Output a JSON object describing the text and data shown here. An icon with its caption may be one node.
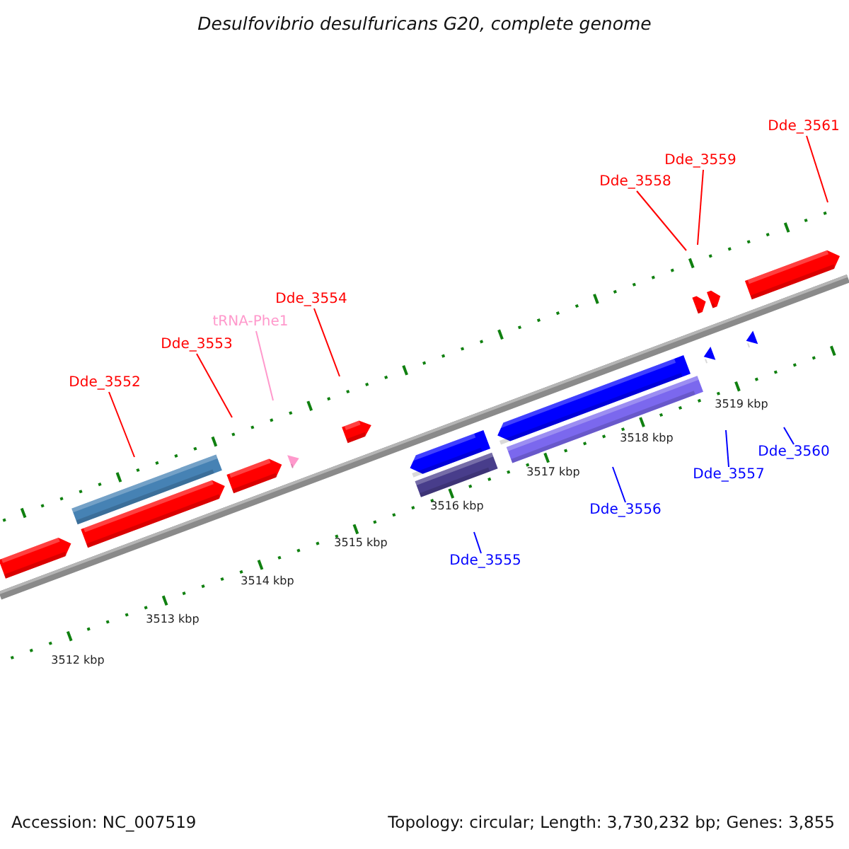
{
  "diagram": {
    "title": "Desulfovibrio desulfuricans G20, complete genome",
    "nodes": [
      {
        "text": [
          "Dde_3552"
        ]
      },
      {
        "text": [
          "Dde_3553"
        ]
      },
      {
        "text": [
          "tRNA-Phe1"
        ]
      },
      {
        "text": [
          "Dde_3554"
        ]
      },
      {
        "text": [
          "Dde_3558"
        ]
      },
      {
        "text": [
          "Dde_3559"
        ]
      },
      {
        "text": [
          "Dde_3561"
        ]
      },
      {
        "text": [
          "Dde_3555"
        ]
      },
      {
        "text": [
          "Dde_3556"
        ]
      },
      {
        "text": [
          "Dde_3557"
        ]
      },
      {
        "text": [
          "Dde_3560"
        ]
      }
    ],
    "edges": [
      {
        "from": 0,
        "to": null,
        "arrow": "none"
      },
      {
        "from": 1,
        "to": null,
        "arrow": "none"
      },
      {
        "from": 2,
        "to": null,
        "arrow": "none",
        "color": "#ff99cc"
      },
      {
        "from": 3,
        "to": null,
        "arrow": "none"
      },
      {
        "from": 4,
        "to": null,
        "arrow": "none"
      },
      {
        "from": 5,
        "to": null,
        "arrow": "none"
      },
      {
        "from": 6,
        "to": null,
        "arrow": "none"
      },
      {
        "from": 7,
        "to": null,
        "arrow": "none",
        "color": "#0000ff"
      },
      {
        "from": 8,
        "to": null,
        "arrow": "none",
        "color": "#0000ff"
      },
      {
        "from": 9,
        "to": null,
        "arrow": "none",
        "color": "#0000ff"
      },
      {
        "from": 10,
        "to": null,
        "arrow": "none",
        "color": "#0000ff"
      }
    ],
    "labels": [
      "3519 kbp",
      "3518 kbp",
      "3517 kbp",
      "3516 kbp",
      "3515 kbp",
      "3514 kbp",
      "3513 kbp",
      "3512 kbp",
      "Accession: NC_007519",
      "Topology: circular; Length: 3,730,232 bp; Genes: 3,855"
    ]
  }
}
